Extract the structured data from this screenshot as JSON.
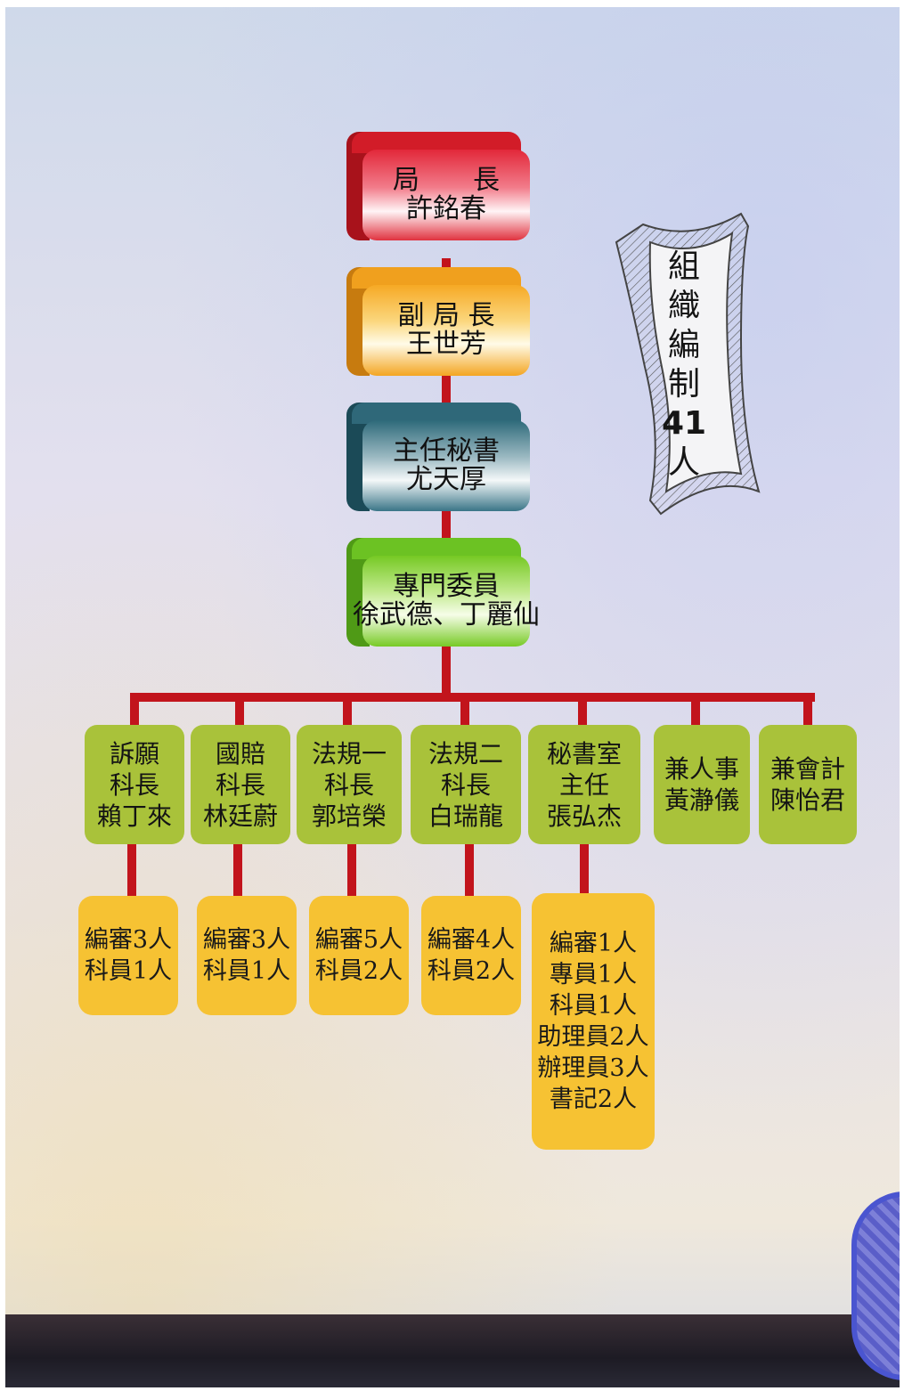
{
  "top_chain": [
    {
      "lines": [
        "局　　長",
        "許銘春"
      ],
      "color": "red"
    },
    {
      "lines": [
        "副 局 長",
        "王世芳"
      ],
      "color": "orange"
    },
    {
      "lines": [
        "主任秘書",
        "尤天厚"
      ],
      "color": "teal"
    },
    {
      "lines": [
        "專門委員",
        "徐武德、丁麗仙"
      ],
      "color": "green"
    }
  ],
  "departments": [
    {
      "lines": [
        "訴願",
        "科長",
        "賴丁來"
      ]
    },
    {
      "lines": [
        "國賠",
        "科長",
        "林廷蔚"
      ]
    },
    {
      "lines": [
        "法規一",
        "科長",
        "郭培榮"
      ]
    },
    {
      "lines": [
        "法規二",
        "科長",
        "白瑞龍"
      ]
    },
    {
      "lines": [
        "秘書室",
        "主任",
        "張弘杰"
      ]
    },
    {
      "lines": [
        "兼人事",
        "黃瀞儀"
      ]
    },
    {
      "lines": [
        "兼會計",
        "陳怡君"
      ]
    }
  ],
  "staff": [
    {
      "lines": [
        "編審3人",
        "科員1人"
      ]
    },
    {
      "lines": [
        "編審3人",
        "科員1人"
      ]
    },
    {
      "lines": [
        "編審5人",
        "科員2人"
      ]
    },
    {
      "lines": [
        "編審4人",
        "科員2人"
      ]
    },
    {
      "lines": [
        "編審1人",
        "專員1人",
        "科員1人",
        "助理員2人",
        "辦理員3人",
        "書記2人"
      ]
    }
  ],
  "banner": {
    "chars": [
      "組",
      "織",
      "編",
      "制"
    ],
    "number": "41",
    "unit": "人"
  },
  "colors": {
    "connector": "#c2141c",
    "department": "#a9c23a",
    "staff": "#f6c233",
    "red": "#d21c28",
    "orange": "#f0a01e",
    "teal": "#2f6879",
    "green": "#6cc223"
  }
}
